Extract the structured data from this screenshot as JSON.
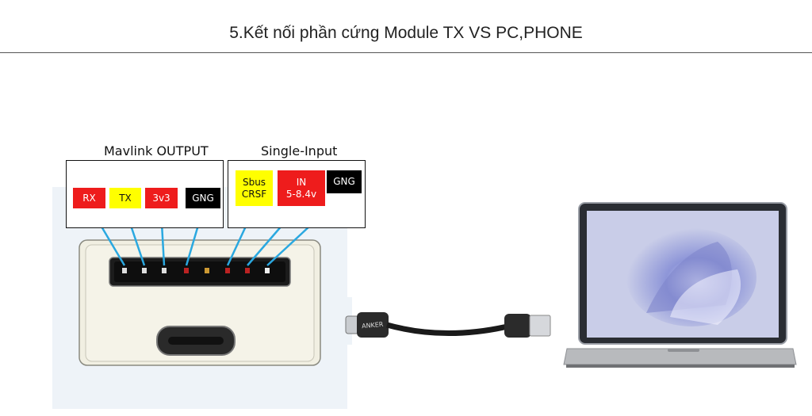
{
  "title": "5.Kết nối phần cứng Module TX VS PC,PHONE",
  "groups": {
    "mavlink": {
      "label": "Mavlink OUTPUT",
      "pins": [
        {
          "label": "RX",
          "color": "#ee1c1c"
        },
        {
          "label": "TX",
          "color": "#ffff00"
        },
        {
          "label": "3v3",
          "color": "#ee1c1c"
        },
        {
          "label": "GNG",
          "color": "#000000"
        }
      ]
    },
    "single_input": {
      "label": "Single-Input",
      "pins": [
        {
          "label": "Sbus\nCRSF",
          "color": "#ffff00"
        },
        {
          "label": "IN\n5-8.4v",
          "color": "#ee1c1c"
        },
        {
          "label": "GNG",
          "color": "#000000"
        }
      ]
    }
  },
  "devices": {
    "module": "module-tx",
    "cable": "usb-c-cable",
    "laptop": "laptop",
    "cable_brand": "ANKER"
  },
  "colors": {
    "wire": "#2aa8e0"
  }
}
